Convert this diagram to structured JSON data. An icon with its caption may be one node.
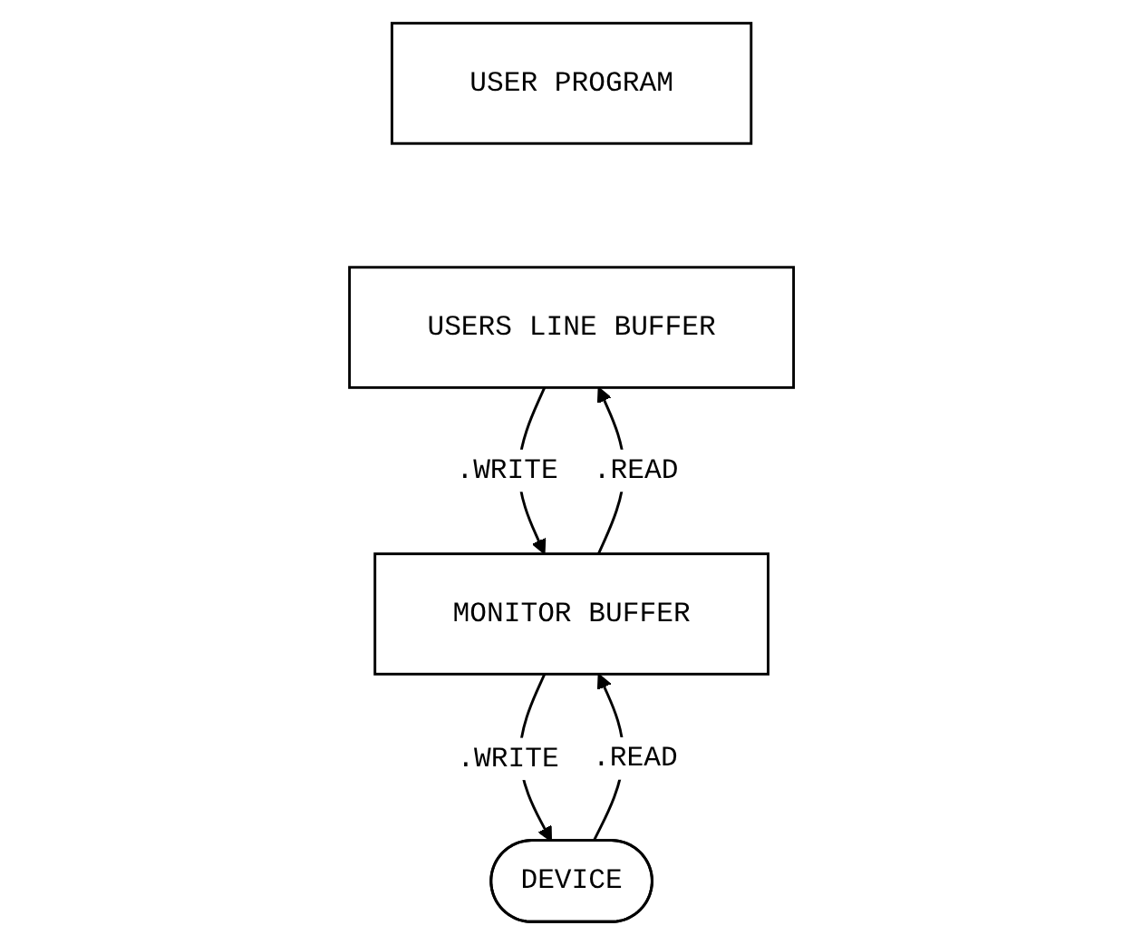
{
  "diagram": {
    "nodes": [
      {
        "text": [
          "USER PROGRAM"
        ]
      },
      {
        "text": [
          "USERS LINE BUFFER"
        ]
      },
      {
        "text": [
          "MONITOR BUFFER"
        ]
      },
      {
        "text": [
          "DEVICE"
        ]
      }
    ],
    "edges": [
      {
        "from": 2,
        "to": 1,
        "arrow": "to",
        "label": ".READ"
      },
      {
        "from": 1,
        "to": 2,
        "arrow": "to",
        "label": ".WRITE"
      },
      {
        "from": 2,
        "to": 3,
        "arrow": "to",
        "label": ".WRITE"
      },
      {
        "from": 3,
        "to": 2,
        "arrow": "to",
        "label": ".READ"
      }
    ]
  }
}
